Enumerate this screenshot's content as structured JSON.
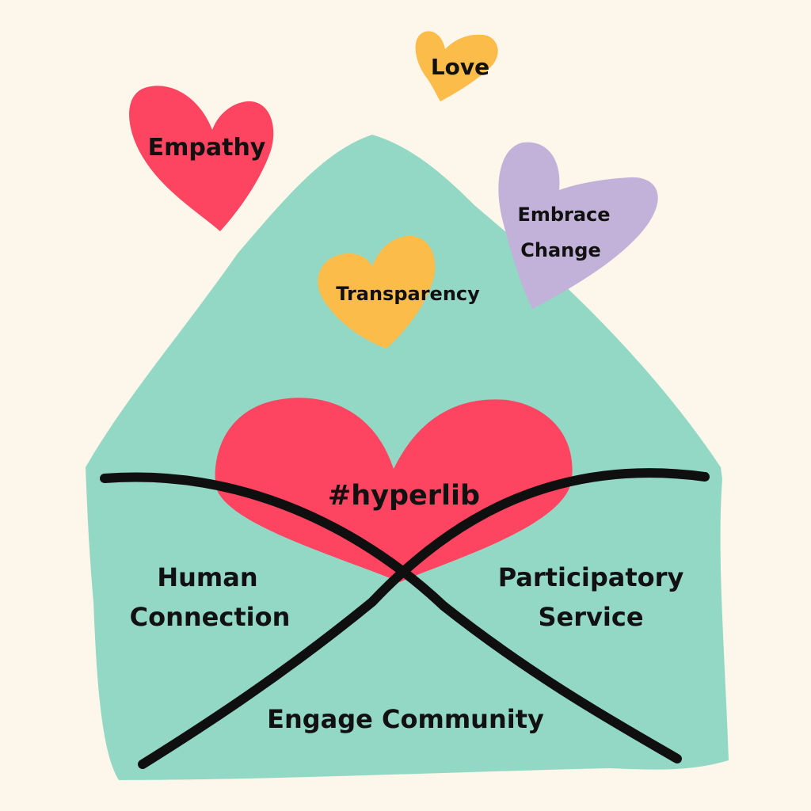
{
  "colors": {
    "background": "#fdf6ea",
    "envelope": "#93d8c5",
    "heart_red": "#fd4460",
    "heart_yellow": "#fcbc4a",
    "heart_purple": "#c2b1d8",
    "line": "#0f0f0f",
    "text": "#111111"
  },
  "hearts": {
    "love": {
      "label": "Love",
      "color": "heart_yellow"
    },
    "empathy": {
      "label": "Empathy",
      "color": "heart_red"
    },
    "embrace_change": {
      "line1": "Embrace",
      "line2": "Change",
      "color": "heart_purple"
    },
    "transparency": {
      "label": "Transparency",
      "color": "heart_yellow"
    },
    "center": {
      "label": "#hyperlib",
      "color": "heart_red"
    }
  },
  "envelope": {
    "left": {
      "line1": "Human",
      "line2": "Connection"
    },
    "right": {
      "line1": "Participatory",
      "line2": "Service"
    },
    "bottom": {
      "label": "Engage Community"
    }
  }
}
